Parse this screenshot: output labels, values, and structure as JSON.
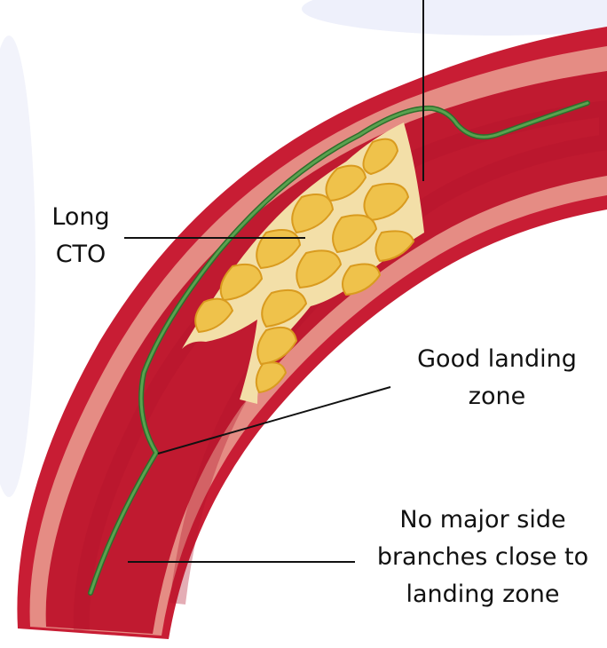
{
  "labels": {
    "long_cto": [
      "Long",
      "CTO"
    ],
    "good_landing": [
      "Good landing",
      "zone"
    ],
    "no_side_branches": [
      "No major side",
      "branches close to",
      "landing zone"
    ]
  },
  "colors": {
    "vessel_outer": "#c81d34",
    "vessel_mid": "#e58c84",
    "vessel_lumen": "#c01a30",
    "plaque": "#efc24b",
    "plaque_base": "#f3dfa8",
    "guidewire": "#3f8a3b",
    "leader_line": "#111111"
  }
}
